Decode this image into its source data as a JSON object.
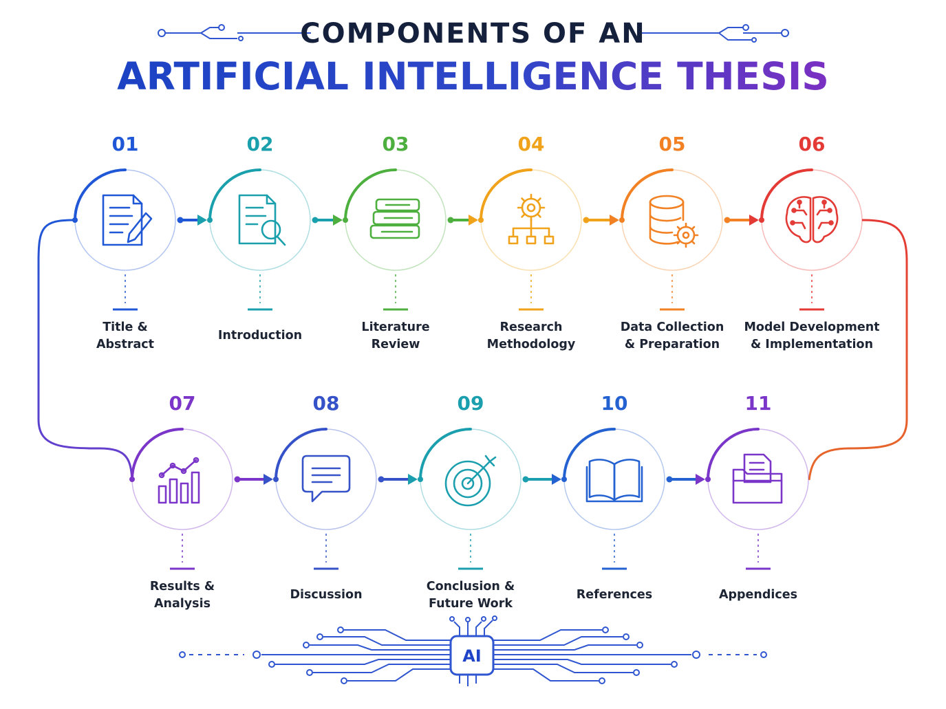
{
  "header": {
    "title_top": "COMPONENTS OF AN",
    "title_main": "ARTIFICIAL INTELLIGENCE THESIS"
  },
  "steps": [
    {
      "number": "01",
      "label": "Title &\nAbstract",
      "icon": "document-pen-icon",
      "color": "#1f57d6"
    },
    {
      "number": "02",
      "label": "Introduction",
      "icon": "document-magnifier-icon",
      "color": "#1aa0ad"
    },
    {
      "number": "03",
      "label": "Literature\nReview",
      "icon": "books-stack-icon",
      "color": "#4caf3e"
    },
    {
      "number": "04",
      "label": "Research\nMethodology",
      "icon": "gear-hierarchy-icon",
      "color": "#f0a21a"
    },
    {
      "number": "05",
      "label": "Data Collection\n& Preparation",
      "icon": "database-gear-icon",
      "color": "#f28123"
    },
    {
      "number": "06",
      "label": "Model Development\n& Implementation",
      "icon": "brain-circuit-icon",
      "color": "#e43a35"
    },
    {
      "number": "07",
      "label": "Results &\nAnalysis",
      "icon": "bar-chart-trend-icon",
      "color": "#7b35c9"
    },
    {
      "number": "08",
      "label": "Discussion",
      "icon": "chat-bubble-icon",
      "color": "#3652c9"
    },
    {
      "number": "09",
      "label": "Conclusion &\nFuture Work",
      "icon": "target-arrow-icon",
      "color": "#1b9fae"
    },
    {
      "number": "10",
      "label": "References",
      "icon": "open-book-icon",
      "color": "#2461d1"
    },
    {
      "number": "11",
      "label": "Appendices",
      "icon": "folder-files-icon",
      "color": "#7a35c9"
    }
  ],
  "footer": {
    "chip_label": "AI",
    "chip_icon": "ai-chip-icon"
  },
  "colors": {
    "title_dark": "#15203d",
    "title_blue": "#1c43c4",
    "title_purple": "#7a2fc2"
  }
}
